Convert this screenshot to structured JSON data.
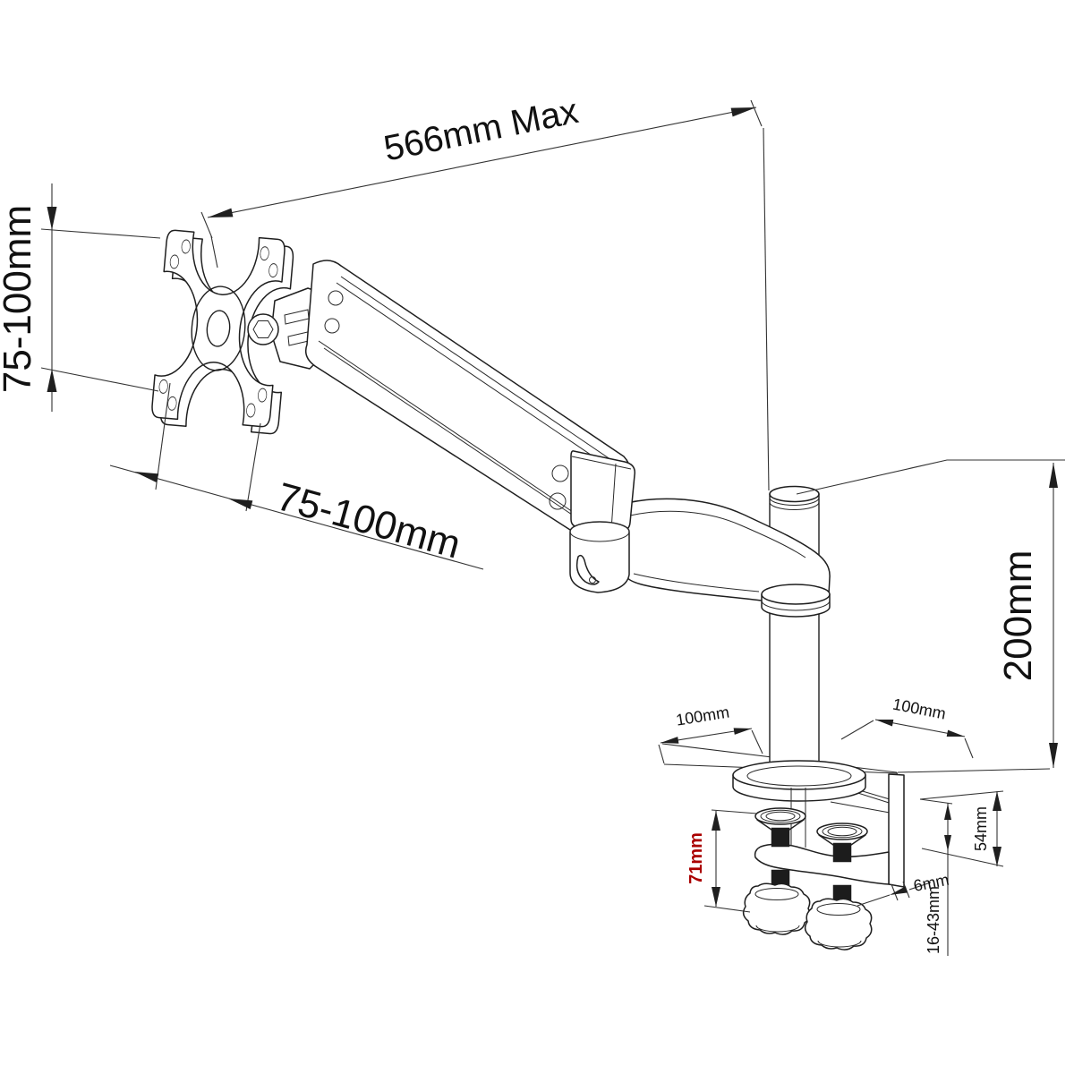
{
  "diagram": {
    "title": "Gas-spring single monitor desk mount arm - dimension drawing",
    "type": "technical-line-drawing",
    "colors": {
      "line": "#1f1f1f",
      "background": "#ffffff",
      "highlight_red": "#aa0000"
    },
    "labels": {
      "reach_max": "566mm Max",
      "vesa_vertical": "75-100mm",
      "vesa_horizontal": "75-100mm",
      "pole_height": "200mm",
      "base_offset_left": "100mm",
      "base_offset_right": "100mm",
      "bracket_depth": "54mm",
      "clamp_total_height": "71mm",
      "edge_plate_thickness": "6mm",
      "clamp_opening_range": "16-43mm"
    },
    "parts": [
      "vesa-plate",
      "ball-joint",
      "gas-spring-arm",
      "elbow-joint",
      "swing-arm",
      "pole",
      "pole-collar",
      "base-plate",
      "desk-surface",
      "clamp-bracket",
      "clamp-screw-left",
      "clamp-screw-right"
    ]
  }
}
